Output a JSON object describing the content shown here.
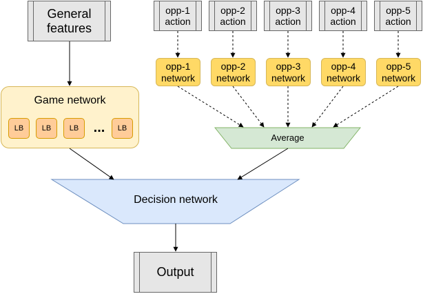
{
  "nodes": {
    "general_features": "General\nfeatures",
    "game_network": {
      "title": "Game network",
      "layer_labels": [
        "LB",
        "LB",
        "LB",
        "LB"
      ],
      "ellipsis": "..."
    },
    "opponent_actions": [
      "opp-1\naction",
      "opp-2\naction",
      "opp-3\naction",
      "opp-4\naction",
      "opp-5\naction"
    ],
    "opponent_networks": [
      "opp-1\nnetwork",
      "opp-2\nnetwork",
      "opp-3\nnetwork",
      "opp-4\nnetwork",
      "opp-5\nnetwork"
    ],
    "average": "Average",
    "decision_network": "Decision network",
    "output": "Output"
  },
  "colors": {
    "process_fill": "#e6e6e6",
    "process_stroke": "#666666",
    "opponent_fill": "#ffd966",
    "opponent_stroke": "#d6b656",
    "game_fill": "#fff2cc",
    "layer_fill": "#ffcc99",
    "layer_stroke": "#d79b00",
    "average_fill": "#d5e8d4",
    "average_stroke": "#82b366",
    "decision_fill": "#dae8fc",
    "decision_stroke": "#6c8ebf"
  }
}
